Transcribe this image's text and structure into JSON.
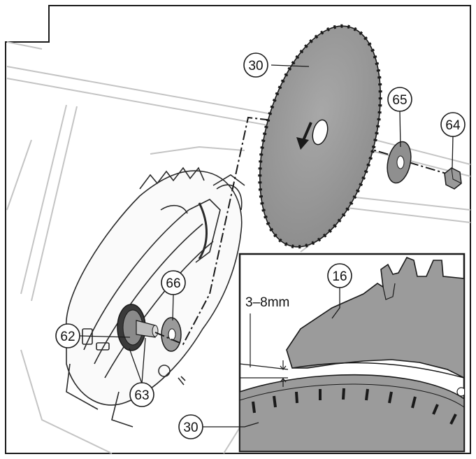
{
  "callouts": {
    "blade_main": "30",
    "outer_flange": "65",
    "nut": "64",
    "inner_flange": "66",
    "arbor_shaft": "62",
    "arbor_key": "63",
    "riving_knife": "16",
    "blade_detail": "30"
  },
  "dimension": {
    "gap_label": "3–8mm"
  },
  "colors": {
    "line": "#1a1a1a",
    "blade_fill": "#9b9b9b",
    "part_fill": "#8f8f8f",
    "table_line": "#bdbdbd",
    "background": "#ffffff"
  }
}
